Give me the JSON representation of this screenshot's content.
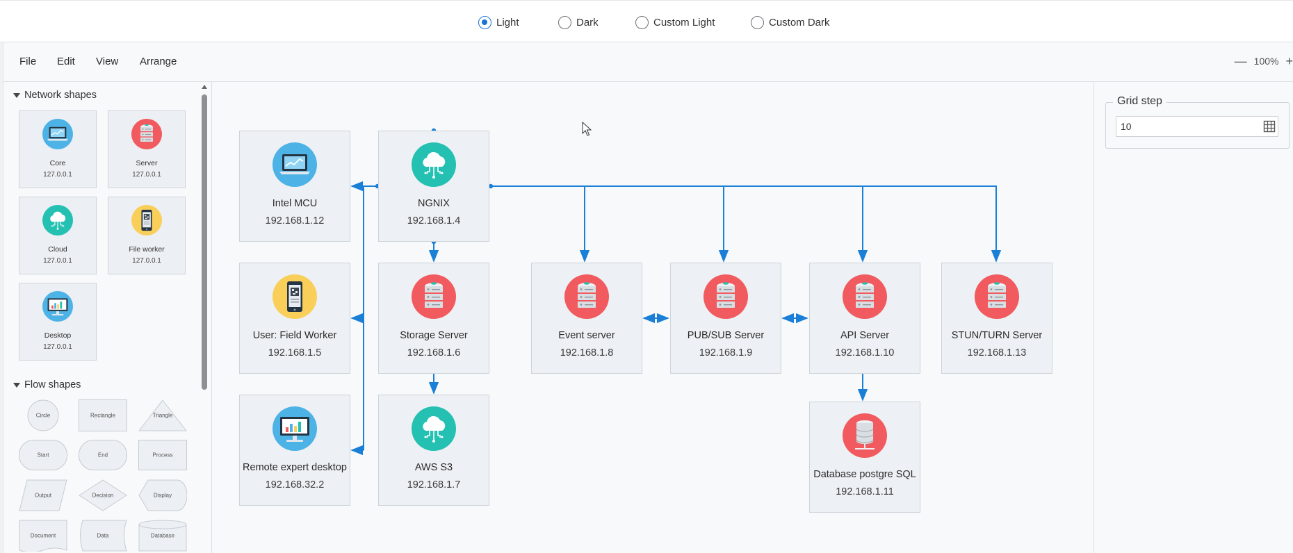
{
  "theme_options": [
    {
      "label": "Light",
      "selected": true
    },
    {
      "label": "Dark",
      "selected": false
    },
    {
      "label": "Custom Light",
      "selected": false
    },
    {
      "label": "Custom Dark",
      "selected": false
    }
  ],
  "menu": {
    "file": "File",
    "edit": "Edit",
    "view": "View",
    "arrange": "Arrange"
  },
  "zoom": {
    "minus": "—",
    "level": "100%",
    "plus": "+"
  },
  "sidebar": {
    "network_title": "Network shapes",
    "network_shapes": [
      {
        "name": "Core",
        "ip": "127.0.0.1",
        "icon": "laptop-icon"
      },
      {
        "name": "Server",
        "ip": "127.0.0.1",
        "icon": "server-icon"
      },
      {
        "name": "Cloud",
        "ip": "127.0.0.1",
        "icon": "cloud-icon"
      },
      {
        "name": "File worker",
        "ip": "127.0.0.1",
        "icon": "phone-icon"
      },
      {
        "name": "Desktop",
        "ip": "127.0.0.1",
        "icon": "desktop-icon"
      }
    ],
    "flow_title": "Flow shapes",
    "flow_shapes": [
      "Circle",
      "Rectangle",
      "Triangle",
      "Start",
      "End",
      "Process",
      "Output",
      "Decision",
      "Display",
      "Document",
      "Data",
      "Database"
    ]
  },
  "nodes": [
    {
      "name": "Intel MCU",
      "ip": "192.168.1.12",
      "icon": "laptop-icon"
    },
    {
      "name": "NGNIX",
      "ip": "192.168.1.4",
      "icon": "cloud-icon"
    },
    {
      "name": "User: Field Worker",
      "ip": "192.168.1.5",
      "icon": "phone-icon"
    },
    {
      "name": "Storage Server",
      "ip": "192.168.1.6",
      "icon": "server-icon"
    },
    {
      "name": "Event server",
      "ip": "192.168.1.8",
      "icon": "server-icon"
    },
    {
      "name": "PUB/SUB Server",
      "ip": "192.168.1.9",
      "icon": "server-icon"
    },
    {
      "name": "API Server",
      "ip": "192.168.1.10",
      "icon": "server-icon"
    },
    {
      "name": "STUN/TURN Server",
      "ip": "192.168.1.13",
      "icon": "server-icon"
    },
    {
      "name": "Remote expert desktop",
      "ip": "192.168.32.2",
      "icon": "desktop-icon"
    },
    {
      "name": "AWS S3",
      "ip": "192.168.1.7",
      "icon": "cloud-icon"
    },
    {
      "name": "Database postgre SQL",
      "ip": "192.168.1.11",
      "icon": "database-icon"
    }
  ],
  "grid": {
    "legend": "Grid step",
    "value": "10"
  },
  "colors": {
    "accent": "#1a7fd6",
    "server_red": "#f15a5e",
    "cloud_teal": "#24c1b2",
    "laptop_blue": "#4db3e6",
    "phone_yellow": "#f9cf5a"
  }
}
